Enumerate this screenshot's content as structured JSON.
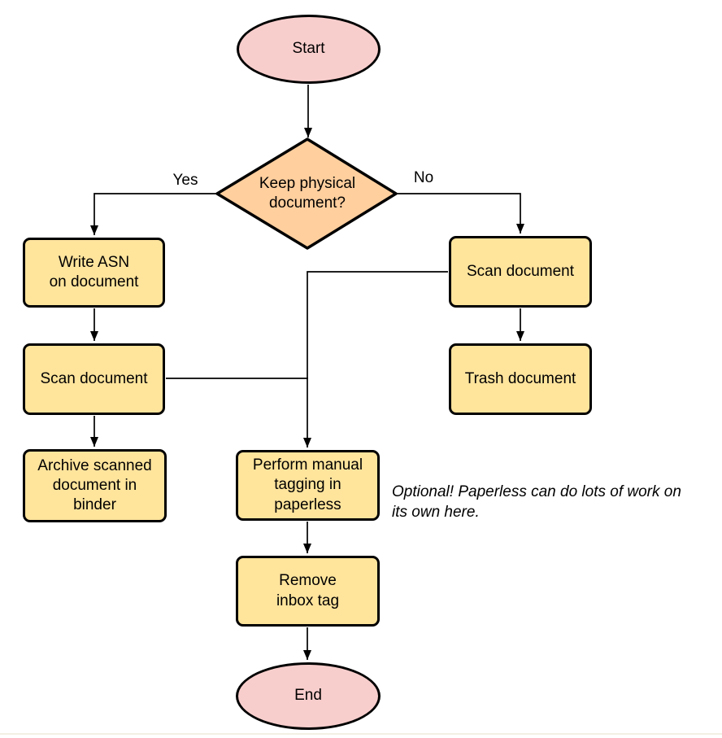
{
  "nodes": {
    "start": {
      "label": "Start"
    },
    "decision": {
      "label": "Keep physical\ndocument?"
    },
    "write_asn": {
      "label": "Write ASN\non document"
    },
    "scan_left": {
      "label": "Scan document"
    },
    "archive": {
      "label": "Archive scanned\ndocument in\nbinder"
    },
    "scan_right": {
      "label": "Scan document"
    },
    "trash": {
      "label": "Trash document"
    },
    "tagging": {
      "label": "Perform manual\ntagging in\npaperless"
    },
    "remove_inbox": {
      "label": "Remove\ninbox tag"
    },
    "end": {
      "label": "End"
    }
  },
  "edge_labels": {
    "yes": "Yes",
    "no": "No"
  },
  "annotation": "Optional! Paperless can do lots of work on\nits own here.",
  "colors": {
    "terminal_fill": "#f8cecc",
    "decision_fill": "#ffcf9e",
    "process_fill": "#ffe49c",
    "stroke": "#000000",
    "background": "#ffffff"
  }
}
